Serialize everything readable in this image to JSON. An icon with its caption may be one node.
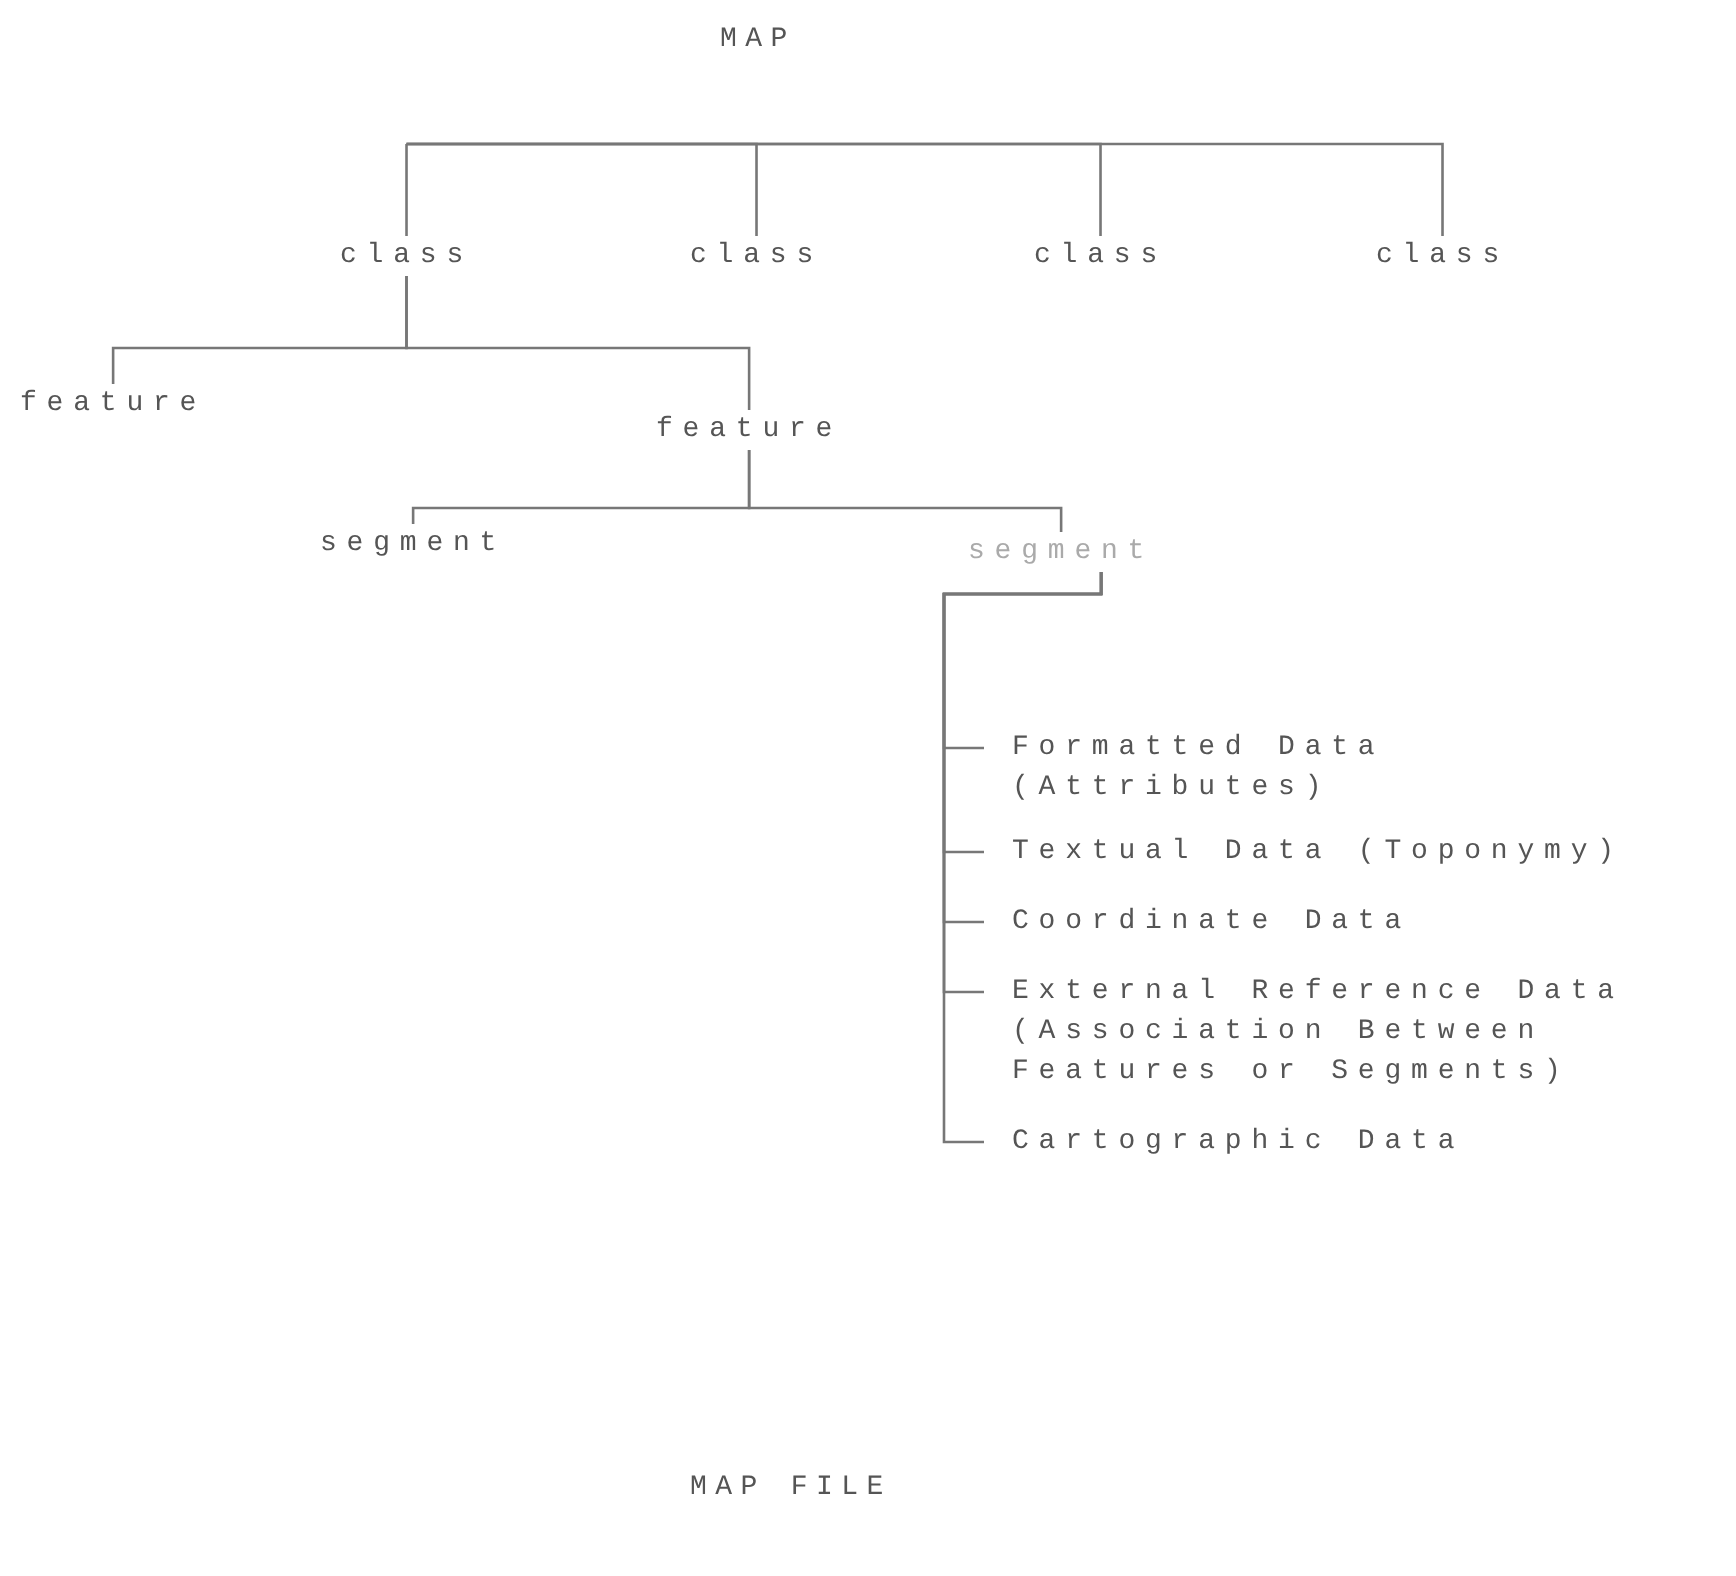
{
  "diagram": {
    "title": "MAP",
    "caption": "MAP FILE",
    "nodes": [
      {
        "text": [
          "class"
        ]
      },
      {
        "text": [
          "class"
        ]
      },
      {
        "text": [
          "class"
        ]
      },
      {
        "text": [
          "class"
        ]
      },
      {
        "text": [
          "feature"
        ]
      },
      {
        "text": [
          "feature"
        ]
      },
      {
        "text": [
          "segment"
        ]
      },
      {
        "text": [
          "segment"
        ]
      },
      {
        "text": [
          "Formatted Data (Attributes)"
        ]
      },
      {
        "text": [
          "Textual Data (Toponymy)"
        ]
      },
      {
        "text": [
          "Coordinate Data"
        ]
      },
      {
        "text": [
          "External Reference Data (Association Between Features or Segments)"
        ]
      },
      {
        "text": [
          "Cartographic Data"
        ]
      }
    ],
    "edges": [
      {
        "from": null,
        "to": 0,
        "arrow": "none"
      },
      {
        "from": null,
        "to": 1,
        "arrow": "none"
      },
      {
        "from": null,
        "to": 2,
        "arrow": "none"
      },
      {
        "from": null,
        "to": 3,
        "arrow": "none"
      },
      {
        "from": 0,
        "to": 4,
        "arrow": "none"
      },
      {
        "from": 0,
        "to": 5,
        "arrow": "none"
      },
      {
        "from": 5,
        "to": 6,
        "arrow": "none"
      },
      {
        "from": 5,
        "to": 7,
        "arrow": "none"
      },
      {
        "from": 7,
        "to": 8,
        "arrow": "none"
      },
      {
        "from": 7,
        "to": 9,
        "arrow": "none"
      },
      {
        "from": 7,
        "to": 10,
        "arrow": "none"
      },
      {
        "from": 7,
        "to": 11,
        "arrow": "none"
      },
      {
        "from": 7,
        "to": 12,
        "arrow": "none"
      }
    ]
  }
}
